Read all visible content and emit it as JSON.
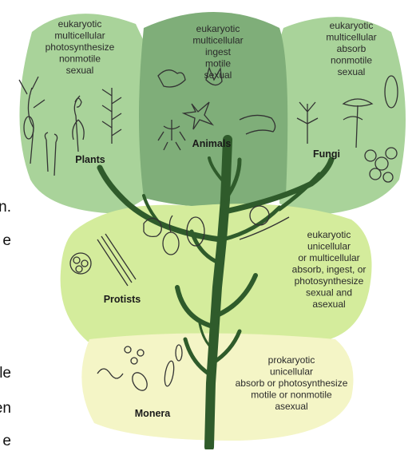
{
  "background_text": {
    "line1": "n.",
    "line2": "e",
    "line3": "alle",
    "line4": "pen",
    "line5": "e"
  },
  "kingdoms": {
    "plants": {
      "name": "Plants",
      "traits": [
        "eukaryotic",
        "multicellular",
        "photosynthesize",
        "nonmotile",
        "sexual"
      ],
      "color": "#a9d39a"
    },
    "animals": {
      "name": "Animals",
      "traits": [
        "eukaryotic",
        "multicellular",
        "ingest",
        "motile",
        "sexual"
      ],
      "color": "#7fae79"
    },
    "fungi": {
      "name": "Fungi",
      "traits": [
        "eukaryotic",
        "multicellular",
        "absorb",
        "nonmotile",
        "sexual"
      ],
      "color": "#a9d39a"
    },
    "protists": {
      "name": "Protists",
      "traits": [
        "eukaryotic",
        "unicellular",
        "or multicellular",
        "absorb, ingest, or",
        "photosynthesize",
        "sexual and",
        "asexual"
      ],
      "color": "#d4ec9c"
    },
    "monera": {
      "name": "Monera",
      "traits": [
        "prokaryotic",
        "unicellular",
        "absorb or photosynthesize",
        "motile or nonmotile",
        "asexual"
      ],
      "color": "#f4f5c6"
    }
  },
  "tree_color": "#2f5b2b"
}
